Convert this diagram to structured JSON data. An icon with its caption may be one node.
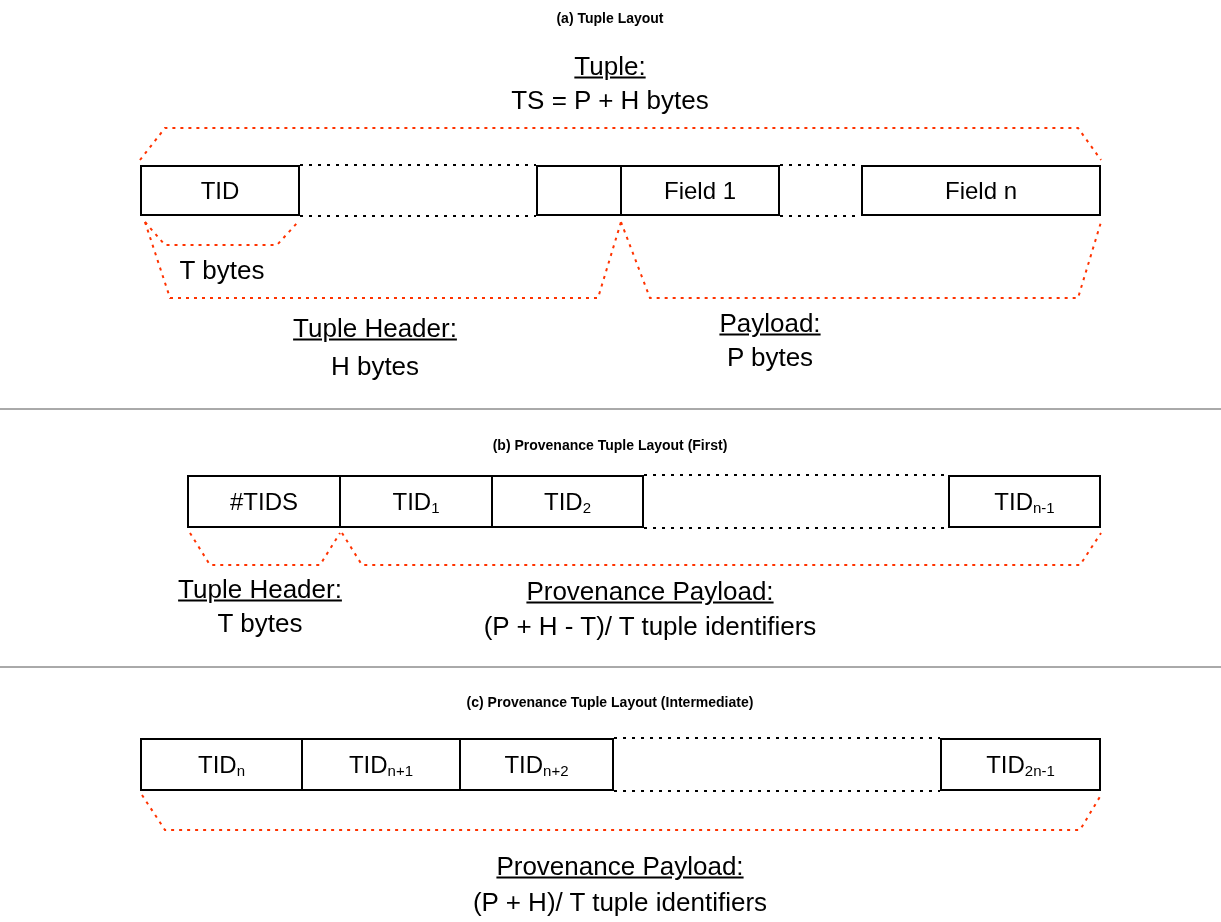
{
  "diagram": {
    "nodes": [
      {
        "text": [
          "TID"
        ]
      },
      {
        "text": [],
        "shape": "box"
      },
      {
        "text": [
          "Field 1"
        ]
      },
      {
        "text": [
          "Field n"
        ]
      },
      {
        "text": [
          "#TIDS"
        ]
      },
      {
        "text": [
          "TID$_{1}$"
        ]
      },
      {
        "text": [
          "TID$_{2}$"
        ]
      },
      {
        "text": [
          "TID$_{n-1}$"
        ]
      },
      {
        "text": [
          "TID$_{n}$"
        ]
      },
      {
        "text": [
          "TID$_{n+1}$"
        ]
      },
      {
        "text": [
          "TID$_{n+2}$"
        ]
      },
      {
        "text": [
          "TID$_{2n-1}$"
        ]
      }
    ],
    "edges": [
      {
        "from": 0,
        "to": 1,
        "arrow": "none",
        "style": "dashed"
      },
      {
        "from": 0,
        "to": 1,
        "arrow": "none",
        "style": "dashed"
      },
      {
        "from": 2,
        "to": 3,
        "arrow": "none",
        "style": "dashed"
      },
      {
        "from": 2,
        "to": 3,
        "arrow": "none",
        "style": "dashed"
      },
      {
        "from": 6,
        "to": 7,
        "arrow": "none",
        "style": "dashed"
      },
      {
        "from": 6,
        "to": 7,
        "arrow": "none",
        "style": "dashed"
      },
      {
        "from": 10,
        "to": 11,
        "arrow": "none",
        "style": "dashed"
      },
      {
        "from": 10,
        "to": 11,
        "arrow": "none",
        "style": "dashed"
      }
    ],
    "labels": [
      "(a) Tuple Layout",
      "Tuple:",
      "TS = P + H bytes",
      "T bytes",
      "Tuple Header:",
      "H bytes",
      "Payload:",
      "P bytes",
      "(b) Provenance Tuple Layout (First)",
      "Tuple Header:",
      "T bytes",
      "Provenance Payload:",
      "(P + H - T)/ T tuple identifiers",
      "(c) Provenance Tuple Layout (Intermediate)",
      "Provenance Payload:",
      "(P + H)/ T tuple identifiers"
    ]
  }
}
